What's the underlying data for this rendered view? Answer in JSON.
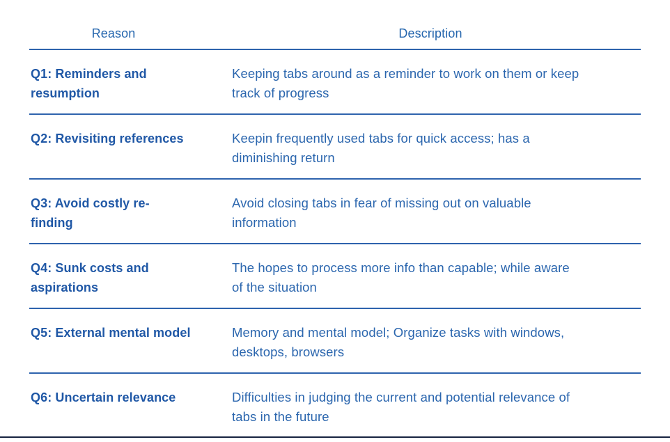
{
  "page": {
    "background_color": "#ffffff",
    "rule_color": "#2e63ad",
    "bottom_rule_color": "#16233f"
  },
  "table": {
    "headers": {
      "reason": "Reason",
      "description": "Description"
    },
    "colors": {
      "header_text": "#2566ae",
      "reason_text": "#2058a6",
      "description_text": "#2b66ae"
    },
    "rows": [
      {
        "reason": "Q1: Reminders and\nresumption",
        "description": "Keeping tabs around as a reminder to work on them or keep\ntrack of progress"
      },
      {
        "reason": "Q2: Revisiting references",
        "description": "Keepin frequently used tabs for quick access; has a\ndiminishing return"
      },
      {
        "reason": "Q3: Avoid costly re-\nfinding",
        "description": "Avoid closing tabs in fear of missing out on valuable\ninformation"
      },
      {
        "reason": "Q4: Sunk costs and\naspirations",
        "description": "The hopes to process more info than capable; while aware\nof the situation"
      },
      {
        "reason": "Q5: External mental model",
        "description": "Memory and mental model; Organize tasks with windows,\ndesktops, browsers"
      },
      {
        "reason": "Q6: Uncertain relevance",
        "description": "Difficulties in judging the current and potential relevance of\ntabs in the future"
      }
    ]
  }
}
